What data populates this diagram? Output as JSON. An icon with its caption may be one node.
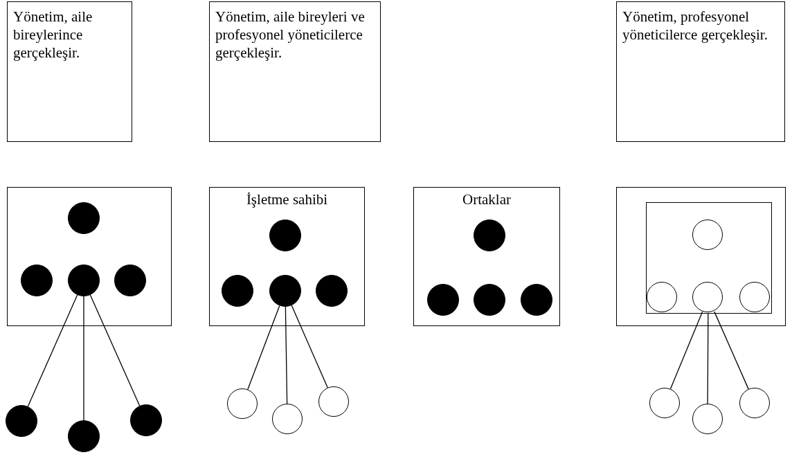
{
  "diagram": {
    "nodes": [
      {
        "text": [
          "Yönetim, aile bireylerince gerçekleşir."
        ]
      },
      {
        "text": [
          "Yönetim, aile bireyleri ve profesyonel yöneticilerce gerçekleşir."
        ]
      },
      {
        "text": [
          "Yönetim, profesyonel yöneticilerce gerçekleşir."
        ]
      },
      {
        "text": [],
        "shape": "box"
      },
      {
        "text": [],
        "shape": "dot",
        "in": 3
      },
      {
        "text": [],
        "shape": "dot",
        "in": 3
      },
      {
        "text": [],
        "shape": "dot",
        "in": 3
      },
      {
        "text": [],
        "shape": "dot",
        "in": 3
      },
      {
        "text": [],
        "shape": "dot"
      },
      {
        "text": [],
        "shape": "dot"
      },
      {
        "text": [],
        "shape": "dot"
      },
      {
        "text": [
          "İşletme sahibi"
        ]
      },
      {
        "text": [],
        "shape": "dot",
        "in": 11
      },
      {
        "text": [],
        "shape": "dot",
        "in": 11
      },
      {
        "text": [],
        "shape": "dot",
        "in": 11
      },
      {
        "text": [],
        "shape": "dot",
        "in": 11
      },
      {
        "text": [],
        "shape": "circle"
      },
      {
        "text": [],
        "shape": "circle"
      },
      {
        "text": [],
        "shape": "circle"
      },
      {
        "text": [
          "Ortaklar"
        ]
      },
      {
        "text": [],
        "shape": "dot",
        "in": 19
      },
      {
        "text": [],
        "shape": "dot",
        "in": 19
      },
      {
        "text": [],
        "shape": "dot",
        "in": 19
      },
      {
        "text": [],
        "shape": "dot",
        "in": 19
      },
      {
        "text": [],
        "shape": "box"
      },
      {
        "text": [],
        "shape": "box",
        "in": 24
      },
      {
        "text": [],
        "shape": "circle",
        "in": 25
      },
      {
        "text": [],
        "shape": "circle",
        "in": 25
      },
      {
        "text": [],
        "shape": "circle",
        "in": 25
      },
      {
        "text": [],
        "shape": "circle",
        "in": 25
      },
      {
        "text": [],
        "shape": "circle"
      },
      {
        "text": [],
        "shape": "circle"
      },
      {
        "text": [],
        "shape": "circle"
      }
    ],
    "edges": [
      {
        "from": 6,
        "to": 8,
        "arrow": "none"
      },
      {
        "from": 6,
        "to": 9,
        "arrow": "none"
      },
      {
        "from": 6,
        "to": 10,
        "arrow": "none"
      },
      {
        "from": 14,
        "to": 16,
        "arrow": "none"
      },
      {
        "from": 14,
        "to": 17,
        "arrow": "none"
      },
      {
        "from": 14,
        "to": 18,
        "arrow": "none"
      },
      {
        "from": 28,
        "to": 30,
        "arrow": "none"
      },
      {
        "from": 28,
        "to": 31,
        "arrow": "none"
      },
      {
        "from": 28,
        "to": 32,
        "arrow": "none"
      }
    ]
  }
}
